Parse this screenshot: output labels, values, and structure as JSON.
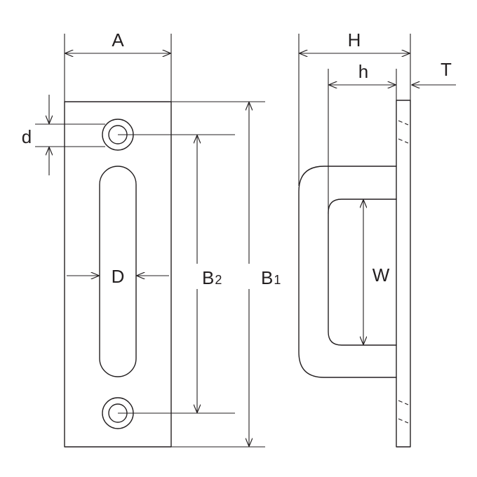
{
  "labels": {
    "A": "A",
    "H": "H",
    "h": "h",
    "T": "T",
    "d": "d",
    "D": "D",
    "B2": "B",
    "B2_sub": "2",
    "B1": "B",
    "B1_sub": "1",
    "W": "W"
  }
}
